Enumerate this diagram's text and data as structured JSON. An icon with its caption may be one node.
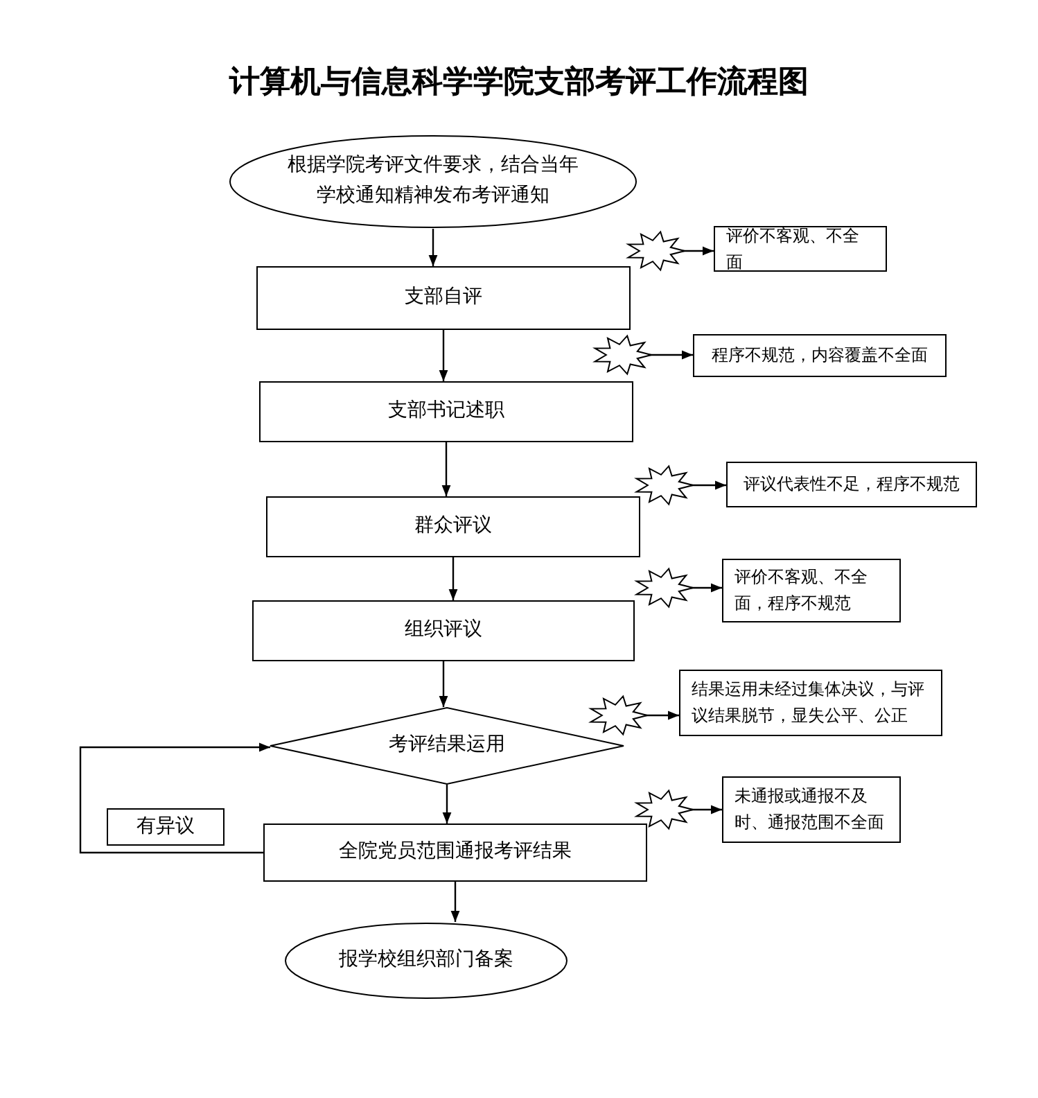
{
  "diagram": {
    "title": "计算机与信息科学学院支部考评工作流程图",
    "nodes": [
      {
        "text": [
          "根据学院考评文件要求，结合当年学校通知精神发布考评通知"
        ]
      },
      {
        "text": [
          "支部自评"
        ]
      },
      {
        "text": [
          "支部书记述职"
        ]
      },
      {
        "text": [
          "群众评议"
        ]
      },
      {
        "text": [
          "组织评议"
        ]
      },
      {
        "text": [
          "考评结果运用"
        ]
      },
      {
        "text": [
          "全院党员范围通报考评结果"
        ]
      },
      {
        "text": [
          "报学校组织部门备案"
        ]
      },
      {
        "text": [
          "有异议"
        ]
      },
      {
        "text": [],
        "shape": "burst"
      },
      {
        "text": [
          "评价不客观、不全面"
        ]
      },
      {
        "text": [],
        "shape": "burst"
      },
      {
        "text": [
          "程序不规范，内容覆盖不全面"
        ]
      },
      {
        "text": [],
        "shape": "burst"
      },
      {
        "text": [
          "评议代表性不足，程序不规范"
        ]
      },
      {
        "text": [],
        "shape": "burst"
      },
      {
        "text": [
          "评价不客观、不全面，程序不规范"
        ]
      },
      {
        "text": [],
        "shape": "burst"
      },
      {
        "text": [
          "结果运用未经过集体决议，与评议结果脱节，显失公平、公正"
        ]
      },
      {
        "text": [],
        "shape": "burst"
      },
      {
        "text": [
          "未通报或通报不及时、通报范围不全面"
        ]
      }
    ],
    "edges": [
      {
        "from": 0,
        "to": 1,
        "arrow": "to"
      },
      {
        "from": 1,
        "to": 2,
        "arrow": "to"
      },
      {
        "from": 2,
        "to": 3,
        "arrow": "to"
      },
      {
        "from": 3,
        "to": 4,
        "arrow": "to"
      },
      {
        "from": 4,
        "to": 5,
        "arrow": "to"
      },
      {
        "from": 5,
        "to": 6,
        "arrow": "to"
      },
      {
        "from": 6,
        "to": 5,
        "arrow": "to"
      },
      {
        "from": 6,
        "to": 7,
        "arrow": "to"
      },
      {
        "from": 9,
        "to": 10,
        "arrow": "to"
      },
      {
        "from": 11,
        "to": 12,
        "arrow": "to"
      },
      {
        "from": 13,
        "to": 14,
        "arrow": "to"
      },
      {
        "from": 15,
        "to": 16,
        "arrow": "to"
      },
      {
        "from": 17,
        "to": 18,
        "arrow": "to"
      },
      {
        "from": 19,
        "to": 20,
        "arrow": "to"
      }
    ]
  }
}
